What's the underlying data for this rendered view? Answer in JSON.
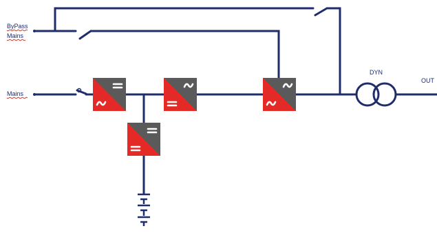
{
  "labels": {
    "bypass_line1": "ByPass",
    "bypass_line2": "Mains",
    "mains": "Mains",
    "transformer": "DYN",
    "output": "OUT"
  },
  "colors": {
    "wire": "#1f2d6b",
    "converter_red": "#e32a27",
    "converter_gray": "#5a5a5a",
    "symbol": "#ffffff"
  },
  "converters": [
    {
      "name": "rectifier",
      "top_symbol": "dc",
      "bottom_symbol": "ac"
    },
    {
      "name": "inverter",
      "top_symbol": "ac",
      "bottom_symbol": "dc"
    },
    {
      "name": "battery-converter",
      "top_symbol": "dc",
      "bottom_symbol": "dc"
    },
    {
      "name": "bypass-converter",
      "top_symbol": "ac",
      "bottom_symbol": "ac"
    }
  ]
}
